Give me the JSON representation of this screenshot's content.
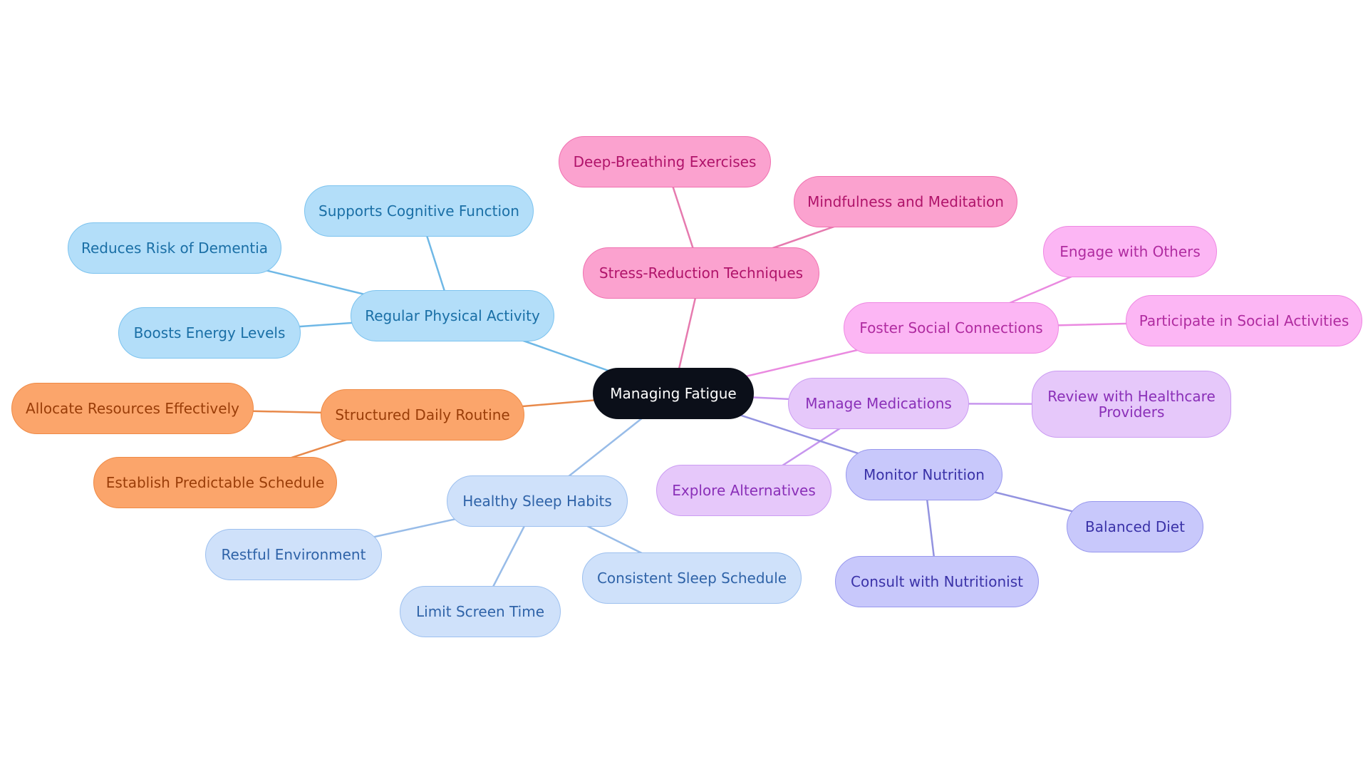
{
  "root": "Managing Fatigue",
  "palette": {
    "root": {
      "fill": "#0b0f19",
      "stroke": "#0b0f19",
      "text": "#ffffff",
      "line": "#0b0f19"
    },
    "sky": {
      "fill": "#b3def9",
      "stroke": "#7cc3ef",
      "text": "#1a6fa6",
      "line": "#6fb8e6"
    },
    "orange": {
      "fill": "#fba56b",
      "stroke": "#ef8a45",
      "text": "#9a3d08",
      "line": "#e8894a"
    },
    "lightblue": {
      "fill": "#cfe1fa",
      "stroke": "#9dc0ef",
      "text": "#2f63a8",
      "line": "#98bce8"
    },
    "pink": {
      "fill": "#fba2cf",
      "stroke": "#f071b0",
      "text": "#b0136a",
      "line": "#e67aaf"
    },
    "magenta": {
      "fill": "#fcb6f4",
      "stroke": "#ee88e2",
      "text": "#b02ba0",
      "line": "#ea8ae0"
    },
    "lavender": {
      "fill": "#e6c8fa",
      "stroke": "#cb9cf2",
      "text": "#8a2fb8",
      "line": "#c796ee"
    },
    "indigo": {
      "fill": "#c8c8fb",
      "stroke": "#9898ee",
      "text": "#3a32a8",
      "line": "#9393e0"
    }
  },
  "branches": [
    {
      "label": "Regular Physical Activity",
      "color": "sky",
      "children": [
        "Supports Cognitive Function",
        "Reduces Risk of Dementia",
        "Boosts Energy Levels"
      ]
    },
    {
      "label": "Structured Daily Routine",
      "color": "orange",
      "children": [
        "Allocate Resources Effectively",
        "Establish Predictable Schedule"
      ]
    },
    {
      "label": "Healthy Sleep Habits",
      "color": "lightblue",
      "children": [
        "Restful Environment",
        "Limit Screen Time",
        "Consistent Sleep Schedule"
      ]
    },
    {
      "label": "Stress-Reduction Techniques",
      "color": "pink",
      "children": [
        "Deep-Breathing Exercises",
        "Mindfulness and Meditation"
      ]
    },
    {
      "label": "Foster Social Connections",
      "color": "magenta",
      "children": [
        "Engage with Others",
        "Participate in Social Activities"
      ]
    },
    {
      "label": "Manage Medications",
      "color": "lavender",
      "children": [
        "Review with Healthcare Providers",
        "Explore Alternatives"
      ]
    },
    {
      "label": "Monitor Nutrition",
      "color": "indigo",
      "children": [
        "Balanced Diet",
        "Consult with Nutritionist"
      ]
    }
  ]
}
